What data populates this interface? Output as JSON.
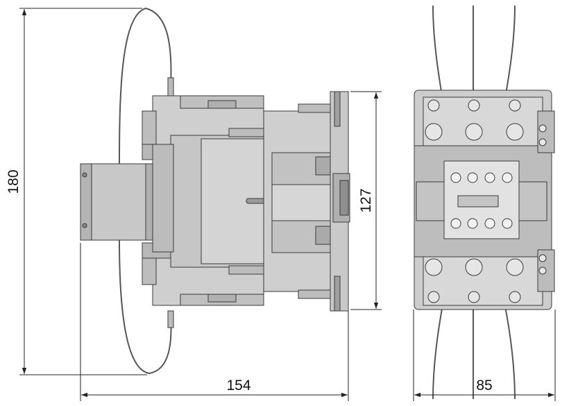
{
  "dimensions": {
    "overall_height": "180",
    "body_height": "127",
    "side_depth": "154",
    "front_width": "85"
  },
  "colors": {
    "body_fill": "#c8c8c8",
    "body_dark": "#9a9a9a",
    "body_light": "#dedede",
    "outline": "#3a3a3a",
    "dimension_line": "#222222",
    "background": "#ffffff"
  }
}
